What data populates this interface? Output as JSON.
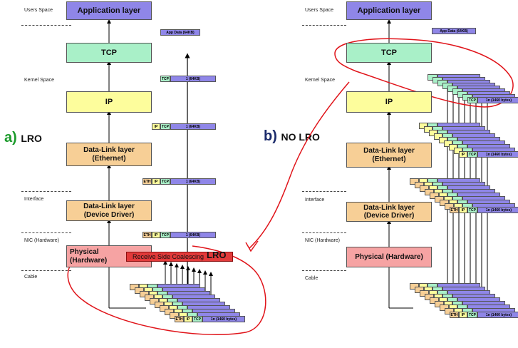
{
  "left": {
    "tag": "a)",
    "tag_suffix": "LRO",
    "layers": {
      "app": "Application layer",
      "tcp": "TCP",
      "ip": "IP",
      "dl_eth_1": "Data-Link layer",
      "dl_eth_2": "(Ethernet)",
      "dl_drv_1": "Data-Link layer",
      "dl_drv_2": "(Device Driver)",
      "phys_1": "Physical",
      "phys_2": "(Hardware)"
    },
    "rsc": "Receive Side Coalescing",
    "rsc_overlay": "LRO",
    "app_data": "App Data (64KB)",
    "seg_label": "1 (64KB)",
    "small_seg_label": "1n (1460 bytes)"
  },
  "right": {
    "tag": "b)",
    "tag_suffix": "NO LRO",
    "layers": {
      "app": "Application layer",
      "tcp": "TCP",
      "ip": "IP",
      "dl_eth_1": "Data-Link layer",
      "dl_eth_2": "(Ethernet)",
      "dl_drv_1": "Data-Link layer",
      "dl_drv_2": "(Device Driver)",
      "phys": "Physical (Hardware)"
    },
    "app_data": "App Data (64KB)",
    "small_seg_label": "1n (1460 bytes)",
    "tcp_seg_label": "1n (1460 bytes)"
  },
  "side_labels": {
    "users_space": "Users Space",
    "kernel_space": "Kernel Space",
    "interface": "Interface",
    "nic": "NIC (Hardware)",
    "cable": "Cable"
  },
  "hdr": {
    "eth": "ETH",
    "ip": "IP",
    "tcp": "TCP"
  },
  "colors": {
    "purple": "#8f86e8",
    "green": "#a9f0c8",
    "yellow": "#fdfd9c",
    "orange": "#f7cf96",
    "pink": "#f6a3a3",
    "rsc_red": "#e23a3a",
    "annotation_red": "#e0141a"
  }
}
